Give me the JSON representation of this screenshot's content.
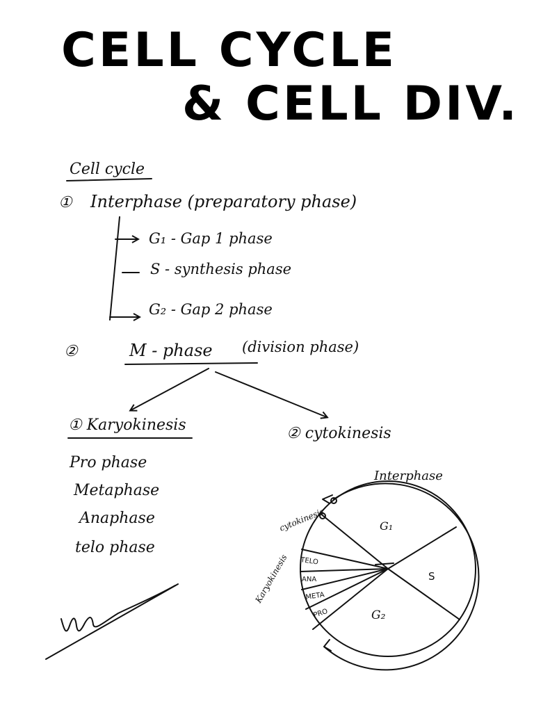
{
  "title": {
    "line1": "CELL CYCLE",
    "line2": "& CELL DIV."
  },
  "section_heading": "Cell cycle",
  "interphase": {
    "number": "①",
    "heading": "Interphase (preparatory phase)",
    "stages": [
      "G₁ - Gap 1 phase",
      "S - synthesis phase",
      "G₂ - Gap 2 phase"
    ]
  },
  "mphase": {
    "number": "②",
    "heading": "M - phase",
    "subtitle": "(division phase)"
  },
  "karyokinesis": {
    "heading": "① Karyokinesis",
    "stages": [
      "Pro phase",
      "Metaphase",
      "Anaphase",
      "telo phase"
    ]
  },
  "cytokinesis": {
    "heading": "② cytokinesis"
  },
  "cycle_diagram": {
    "interphase_label": "Interphase",
    "cytokinesis_label": "cytokinesis",
    "karyokinesis_label": "Karyokinesis",
    "segments": {
      "g1": "G₁",
      "s": "S",
      "g2": "G₂",
      "telo": "TELO",
      "ana": "ANA",
      "meta": "META",
      "pro": "PRO"
    }
  },
  "ink_color": "#111111"
}
